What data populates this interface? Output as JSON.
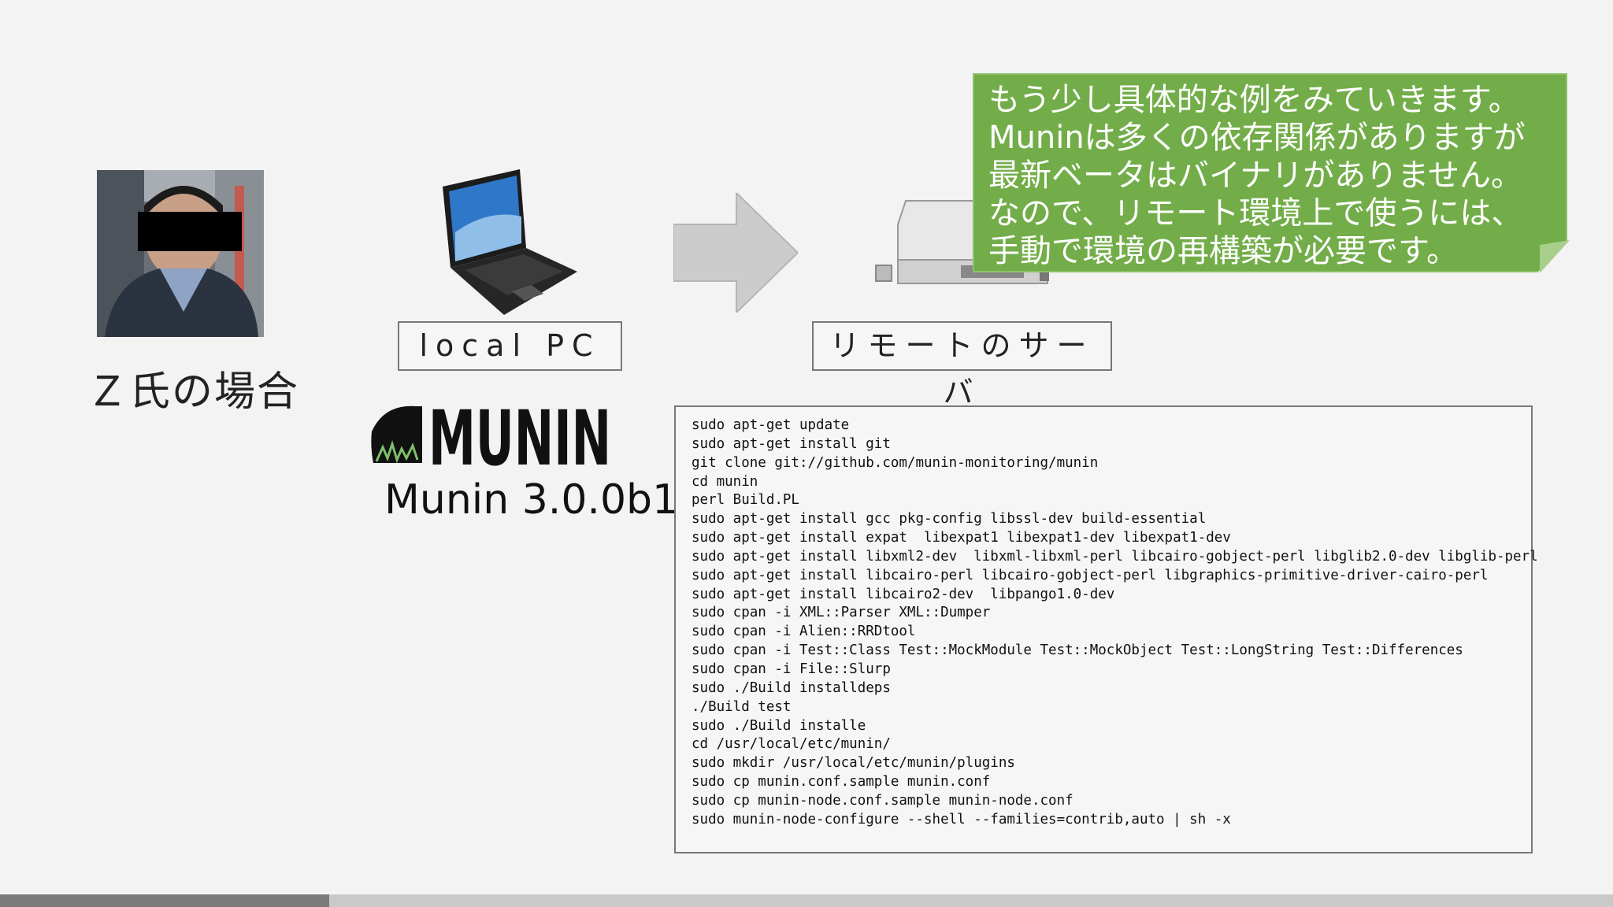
{
  "person": {
    "name": "Ｚ氏の場合"
  },
  "local": {
    "label": "local PC"
  },
  "munin": {
    "logo_text": "MUNIN",
    "version": "Munin 3.0.0b1"
  },
  "remote": {
    "label": "リモートのサーバ"
  },
  "callout": {
    "lines": [
      "もう少し具体的な例をみていきます。",
      "Muninは多くの依存関係がありますが",
      "最新ベータはバイナリがありません。",
      "なので、リモート環境上で使うには、",
      "手動で環境の再構築が必要です。"
    ],
    "color": "#73ad49"
  },
  "code": {
    "lines": [
      "sudo apt-get update",
      "sudo apt-get install git",
      "git clone git://github.com/munin-monitoring/munin",
      "cd munin",
      "perl Build.PL",
      "sudo apt-get install gcc pkg-config libssl-dev build-essential",
      "sudo apt-get install expat  libexpat1 libexpat1-dev libexpat1-dev",
      "sudo apt-get install libxml2-dev  libxml-libxml-perl libcairo-gobject-perl libglib2.0-dev libglib-perl",
      "sudo apt-get install libcairo-perl libcairo-gobject-perl libgraphics-primitive-driver-cairo-perl",
      "sudo apt-get install libcairo2-dev  libpango1.0-dev",
      "sudo cpan -i XML::Parser XML::Dumper",
      "sudo cpan -i Alien::RRDtool",
      "sudo cpan -i Test::Class Test::MockModule Test::MockObject Test::LongString Test::Differences",
      "sudo cpan -i File::Slurp",
      "sudo ./Build installdeps",
      "./Build test",
      "sudo ./Build installe",
      "cd /usr/local/etc/munin/",
      "sudo mkdir /usr/local/etc/munin/plugins",
      "sudo cp munin.conf.sample munin.conf",
      "sudo cp munin-node.conf.sample munin-node.conf",
      "sudo munin-node-configure --shell --families=contrib,auto | sh -x"
    ]
  },
  "icons": {
    "photo": "person-photo",
    "laptop": "laptop-icon",
    "arrow": "right-arrow-icon",
    "server": "server-icon"
  },
  "progress": {
    "fraction": 0.204
  }
}
